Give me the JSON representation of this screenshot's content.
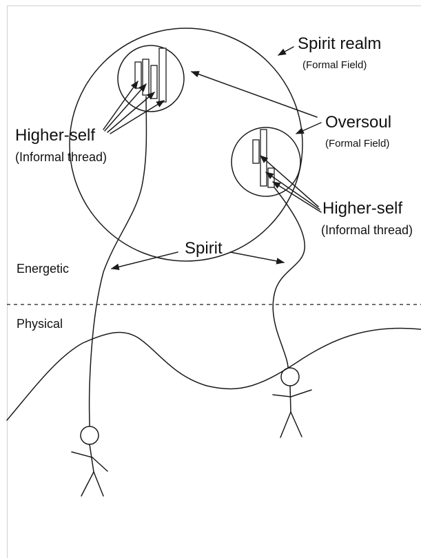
{
  "labels": {
    "spirit_realm": "Spirit realm",
    "spirit_realm_sub": "(Formal Field)",
    "oversoul": "Oversoul",
    "oversoul_sub": "(Formal Field)",
    "higher_self_left": "Higher-self",
    "higher_self_left_sub": "(Informal thread)",
    "higher_self_right": "Higher-self",
    "higher_self_right_sub": "(Informal thread)",
    "spirit": "Spirit",
    "energetic": "Energetic",
    "physical": "Physical"
  },
  "colors": {
    "ink": "#1a1a1a",
    "background": "#ffffff"
  }
}
